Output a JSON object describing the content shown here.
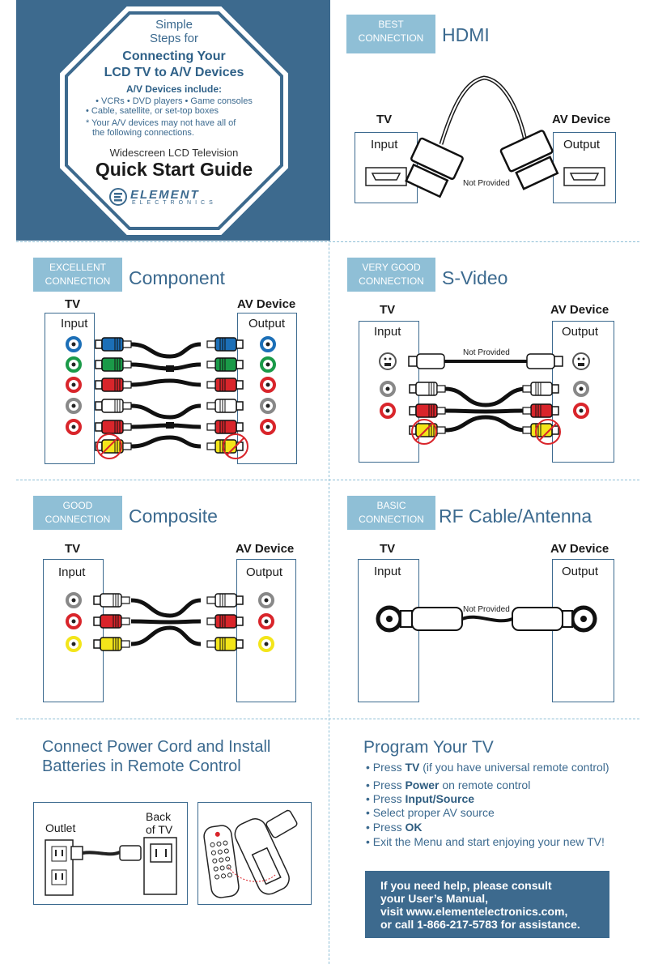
{
  "hero": {
    "simple": "Simple",
    "steps_for": "Steps for",
    "title_line1": "Connecting Your",
    "title_line2": "LCD TV to A/V Devices",
    "devices_include": "A/V Devices include:",
    "bullet1": "• VCRs • DVD players • Game consoles",
    "bullet2": "• Cable, satellite, or set-top boxes",
    "note_line1": "* Your A/V devices may not have all of",
    "note_line2": "the following connections.",
    "subtitle": "Widescreen LCD Television",
    "guide_title": "Quick Start Guide",
    "brand": "ELEMENT",
    "brand_sub": "ELECTRONICS"
  },
  "hdmi": {
    "badge_line1": "BEST",
    "badge_line2": "CONNECTION",
    "title": "HDMI",
    "tv": "TV",
    "av": "AV Device",
    "input": "Input",
    "output": "Output",
    "not_provided": "Not Provided"
  },
  "component": {
    "badge_line1": "EXCELLENT",
    "badge_line2": "CONNECTION",
    "title": "Component",
    "tv": "TV",
    "av": "AV Device",
    "input": "Input",
    "output": "Output"
  },
  "svideo": {
    "badge_line1": "VERY GOOD",
    "badge_line2": "CONNECTION",
    "title": "S-Video",
    "tv": "TV",
    "av": "AV Device",
    "input": "Input",
    "output": "Output",
    "not_provided": "Not Provided"
  },
  "composite": {
    "badge_line1": "GOOD",
    "badge_line2": "CONNECTION",
    "title": "Composite",
    "tv": "TV",
    "av": "AV Device",
    "input": "Input",
    "output": "Output"
  },
  "rf": {
    "badge_line1": "BASIC",
    "badge_line2": "CONNECTION",
    "title": "RF Cable/Antenna",
    "tv": "TV",
    "av": "AV Device",
    "input": "Input",
    "output": "Output",
    "not_provided": "Not Provided"
  },
  "power": {
    "title_line1": "Connect Power Cord and Install",
    "title_line2": "Batteries in Remote Control",
    "outlet": "Outlet",
    "back_line1": "Back",
    "back_line2": "of TV"
  },
  "program": {
    "title": "Program Your TV",
    "items": [
      {
        "pre": "Press ",
        "bold": "TV",
        "post": " (if you have universal remote control)"
      },
      {
        "pre": "Press ",
        "bold": "Power",
        "post": " on remote control"
      },
      {
        "pre": "Press ",
        "bold": "Input/Source",
        "post": ""
      },
      {
        "pre": "Select proper AV source",
        "bold": "",
        "post": ""
      },
      {
        "pre": "Press ",
        "bold": "OK",
        "post": ""
      },
      {
        "pre": "Exit the Menu and start enjoying your new TV!",
        "bold": "",
        "post": ""
      }
    ]
  },
  "help": {
    "line1": "If you need help, please consult",
    "line2": "your User’s Manual,",
    "line3": "visit www.elementelectronics.com,",
    "line4": "or call 1-866-217-5783 for assistance."
  },
  "colors": {
    "accent": "#3d6a8e",
    "badge": "#8fbfd6",
    "red": "#d9252b",
    "green": "#1a9a48",
    "blue": "#1c6fb7",
    "yellow": "#f3e51a"
  }
}
